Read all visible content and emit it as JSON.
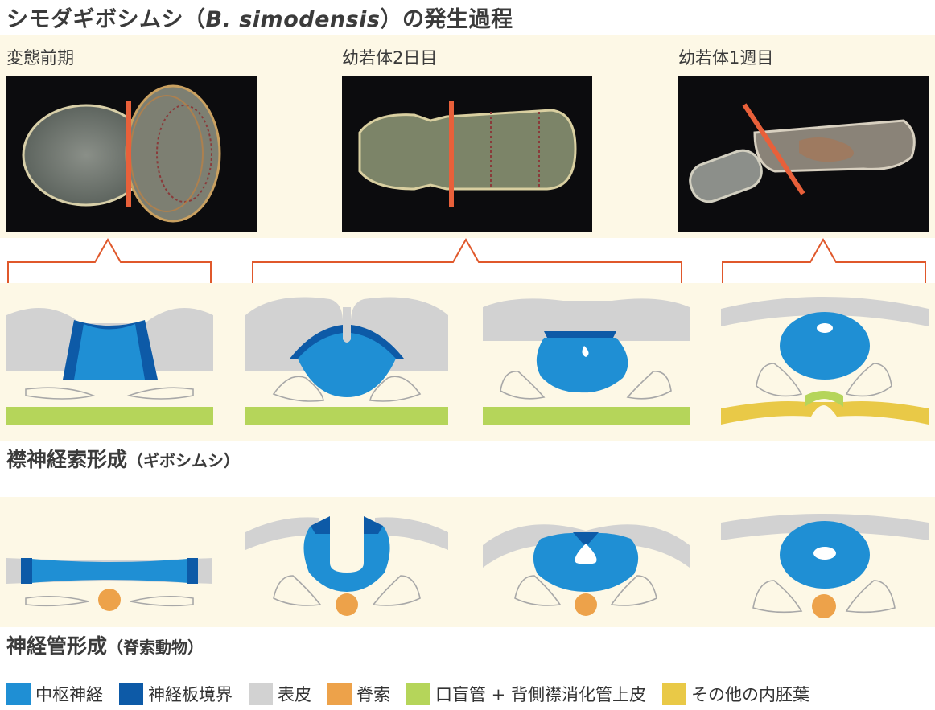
{
  "title": {
    "prefix": "シモダギボシムシ（",
    "species": "B. simodensis",
    "suffix": "）の発生過程"
  },
  "stages": [
    {
      "label": "変態前期"
    },
    {
      "label": "幼若体2日目"
    },
    {
      "label": "幼若体1週目"
    }
  ],
  "sections": [
    {
      "main": "襟神経索形成",
      "sub": "（ギボシムシ）"
    },
    {
      "main": "神経管形成",
      "sub": "（脊索動物）"
    }
  ],
  "colors": {
    "central_nervous": "#1f8fd4",
    "neural_plate_border": "#0d5aa7",
    "epidermis": "#d2d2d2",
    "notochord": "#eda24a",
    "stomochord": "#b5d55a",
    "endoderm": "#e9c947",
    "bracket": "#e0582b",
    "cream": "#fdf8e6"
  },
  "legend": [
    {
      "label": "中枢神経",
      "color": "#1f8fd4"
    },
    {
      "label": "神経板境界",
      "color": "#0d5aa7"
    },
    {
      "label": "表皮",
      "color": "#d2d2d2"
    },
    {
      "label": "脊索",
      "color": "#eda24a"
    },
    {
      "label": "口盲管 + 背側襟消化管上皮",
      "color": "#b5d55a"
    },
    {
      "label": "その他の内胚葉",
      "color": "#e9c947"
    }
  ]
}
